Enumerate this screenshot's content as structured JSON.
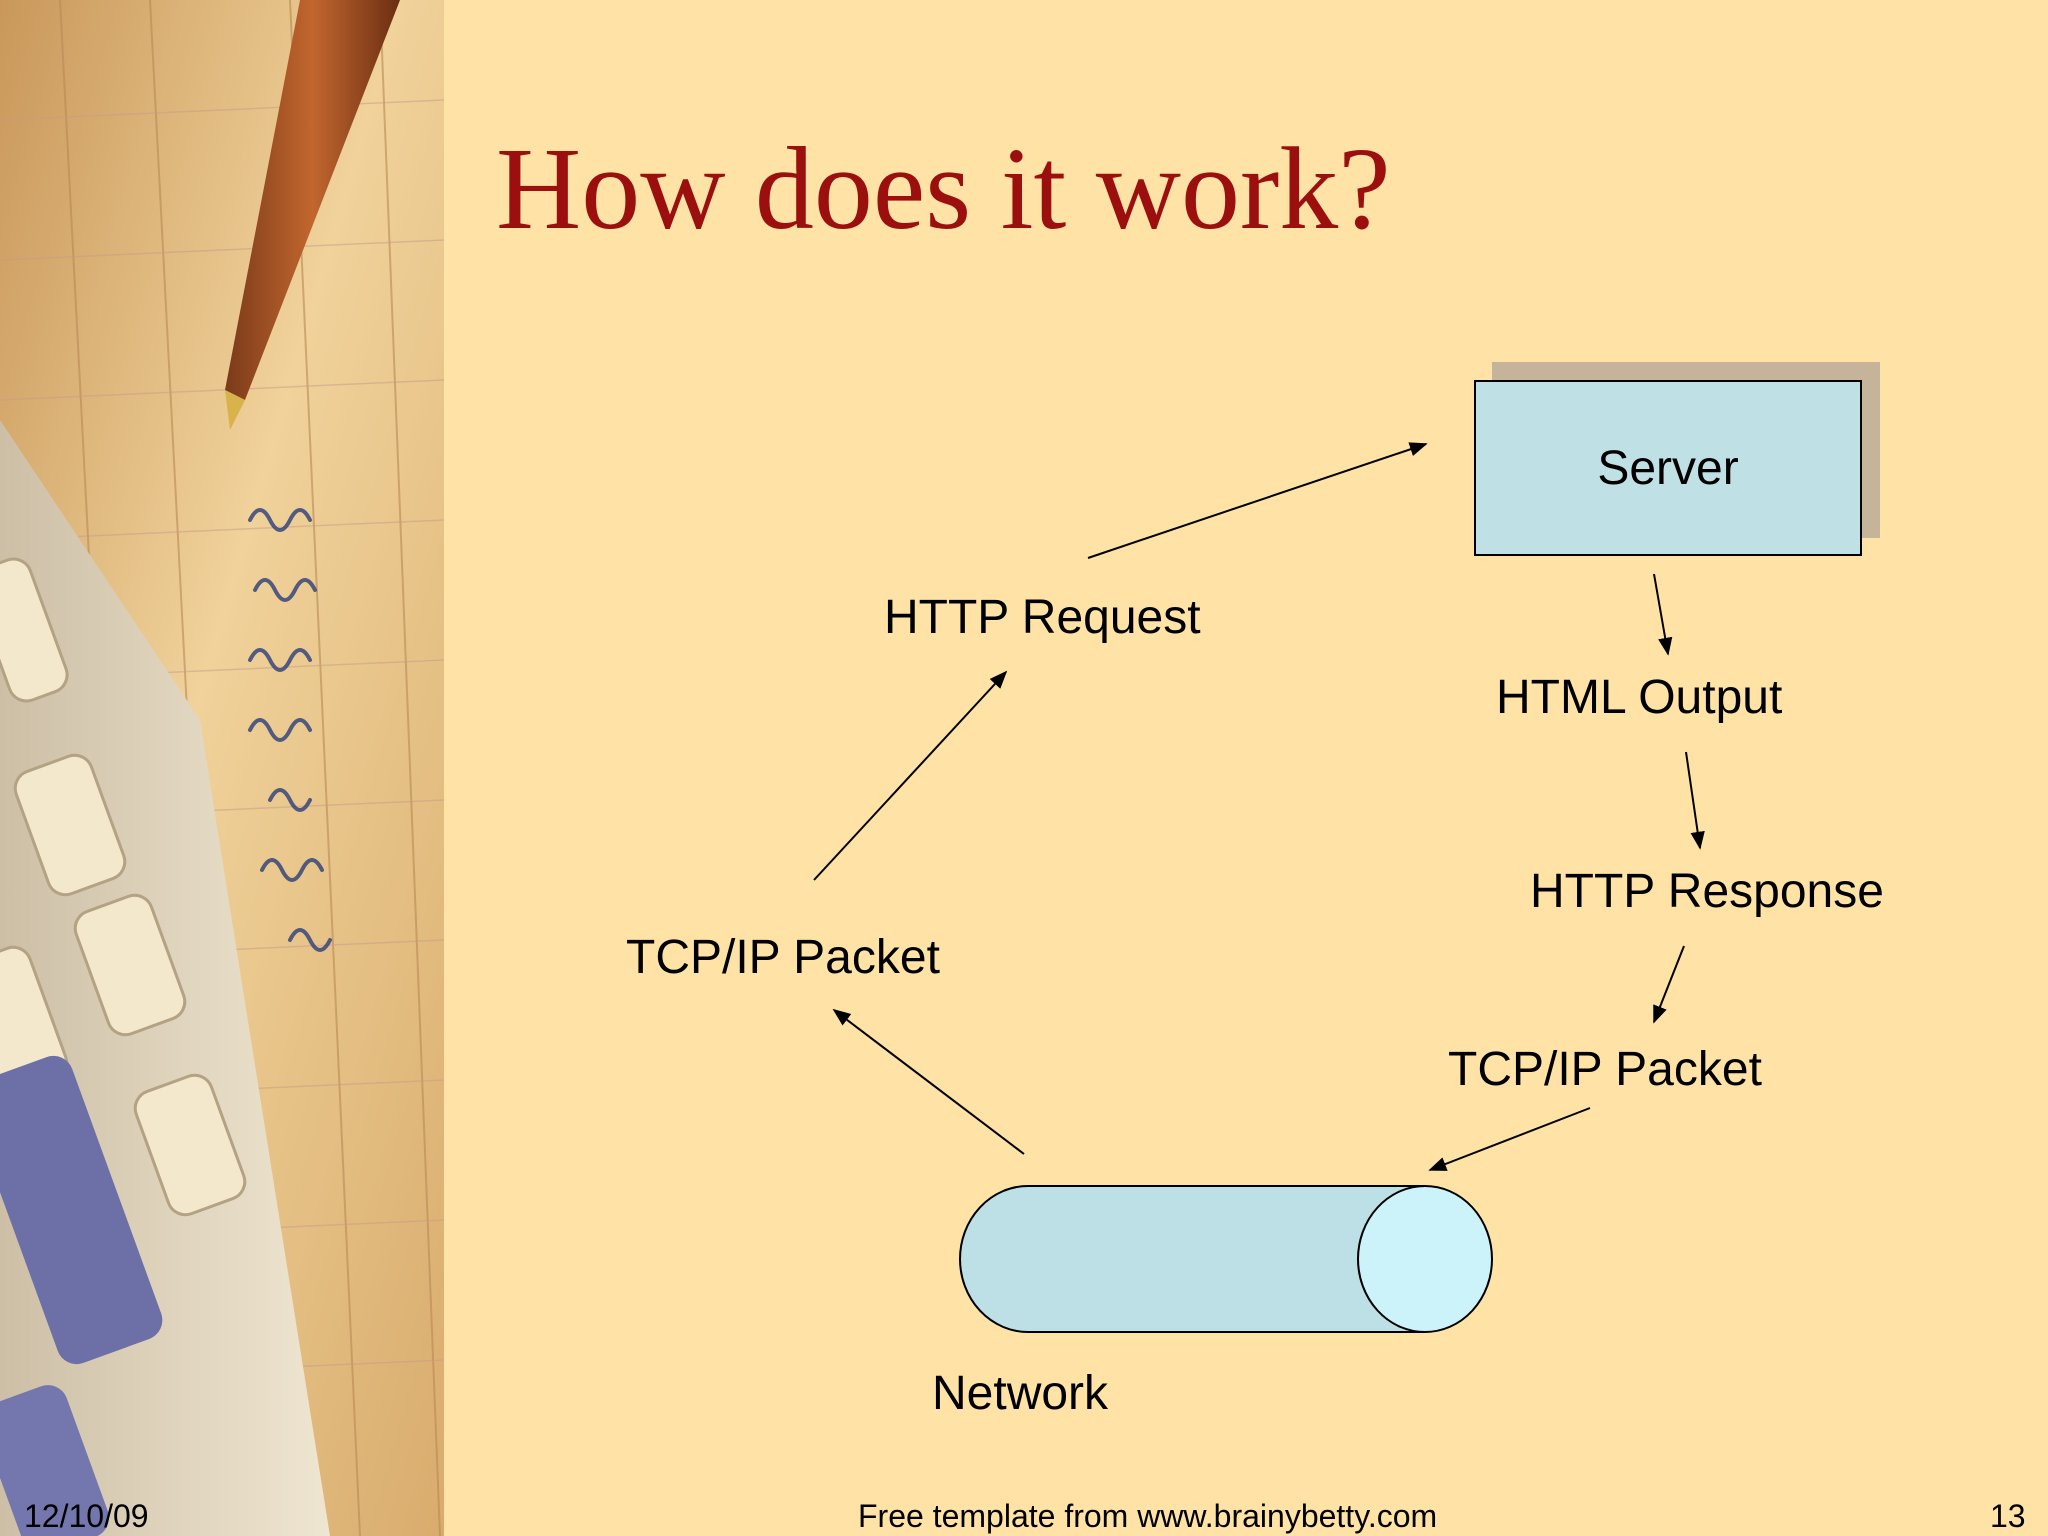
{
  "title": "How does it work?",
  "nodes": {
    "server": "Server",
    "http_request": "HTTP Request",
    "html_output": "HTML Output",
    "http_response": "HTTP Response",
    "tcpip_packet_right": "TCP/IP Packet",
    "tcpip_packet_left": "TCP/IP Packet",
    "network": "Network"
  },
  "footer": {
    "date": "12/10/09",
    "credit": "Free template from www.brainybetty.com",
    "page": "13"
  },
  "colors": {
    "background": "#ffe3a6",
    "title": "#9b0f0f",
    "server_fill": "#bfe1e5",
    "network_fill": "#bde0e6",
    "network_cap": "#cdf3fa"
  }
}
